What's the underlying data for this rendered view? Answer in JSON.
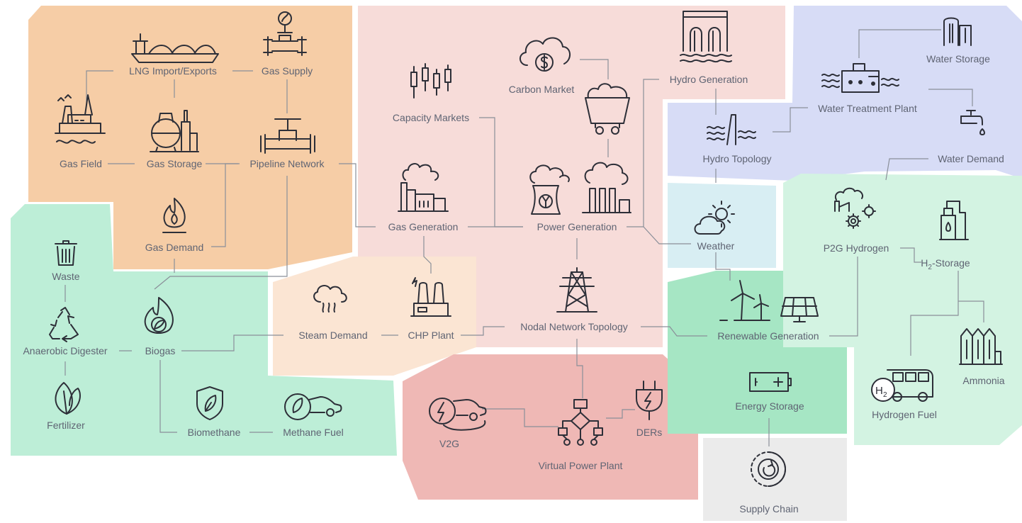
{
  "colors": {
    "gas": "#f6cda6",
    "power": "#f7dcd9",
    "water": "#d7dcf6",
    "bio": "#bdeed7",
    "steam": "#fbe5d3",
    "distributed": "#efb8b5",
    "renewable": "#a6e6c4",
    "weather": "#d8eef3",
    "hydrogen": "#d3f3e2",
    "supply": "#ebebeb",
    "label": "#5f6473",
    "icon": "#2d2f38",
    "connector": "#8a8f99"
  },
  "labels": {
    "lng": "LNG Import/Exports",
    "gas_supply": "Gas Supply",
    "gas_field": "Gas Field",
    "gas_storage": "Gas Storage",
    "pipeline_network": "Pipeline Network",
    "gas_demand": "Gas Demand",
    "waste": "Waste",
    "anaerobic_digester": "Anaerobic Digester",
    "biogas": "Biogas",
    "fertilizer": "Fertilizer",
    "biomethane": "Biomethane",
    "methane_fuel": "Methane Fuel",
    "steam_demand": "Steam Demand",
    "chp_plant": "CHP Plant",
    "capacity_markets": "Capacity Markets",
    "carbon_market": "Carbon Market",
    "gas_generation": "Gas Generation",
    "power_generation": "Power Generation",
    "nodal_network": "Nodal Network Topology",
    "hydro_generation": "Hydro Generation",
    "water_storage": "Water Storage",
    "water_treatment": "Water Treatment Plant",
    "hydro_topology": "Hydro Topology",
    "water_demand": "Water Demand",
    "weather": "Weather",
    "p2g_hydrogen": "P2G Hydrogen",
    "h2_storage_prefix": "H",
    "h2_storage_sub": "2",
    "h2_storage_suffix": "-Storage",
    "renewable_generation": "Renewable Generation",
    "energy_storage": "Energy Storage",
    "hydrogen_fuel": "Hydrogen Fuel",
    "ammonia": "Ammonia",
    "v2g": "V2G",
    "virtual_power_plant": "Virtual Power Plant",
    "ders": "DERs",
    "supply_chain": "Supply Chain"
  },
  "icons": [
    "lng-ship-icon",
    "gas-valve-icon",
    "oil-rig-icon",
    "gas-storage-tank-icon",
    "pipeline-valve-icon",
    "flame-icon",
    "trash-bin-icon",
    "recycle-icon",
    "biogas-leaf-flame-icon",
    "leaf-icon",
    "shield-leaf-icon",
    "eco-car-icon",
    "steam-cloud-icon",
    "chp-plant-icon",
    "candlestick-chart-icon",
    "dollar-cloud-icon",
    "coal-cart-icon",
    "factory-icon",
    "nuclear-plant-icon",
    "power-plant-smoke-icon",
    "transmission-tower-icon",
    "dam-icon",
    "water-tower-icon",
    "water-treatment-icon",
    "hydro-dam-icon",
    "faucet-icon",
    "weather-icon",
    "p2g-factory-icon",
    "h2-tank-icon",
    "wind-turbine-icon",
    "solar-panel-icon",
    "battery-icon",
    "hydrogen-bus-icon",
    "ammonia-silo-icon",
    "ev-charging-car-icon",
    "flowchart-icon",
    "plug-icon",
    "supply-chain-icon"
  ]
}
